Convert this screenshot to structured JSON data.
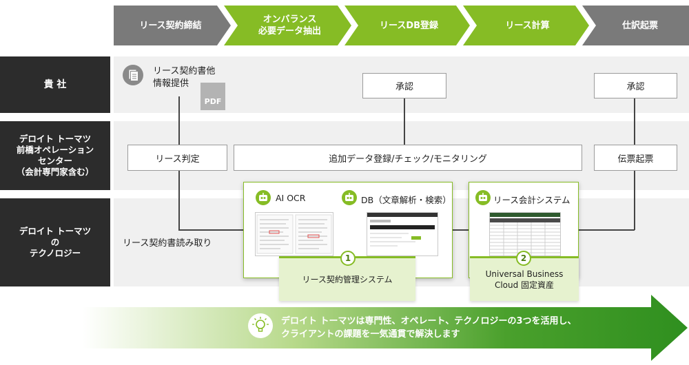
{
  "process_steps": [
    {
      "label": "リース契約締結",
      "color": "#7a7a7a"
    },
    {
      "label": "オンバランス\n必要データ抽出",
      "color": "#86bc25"
    },
    {
      "label": "リースDB登録",
      "color": "#86bc25"
    },
    {
      "label": "リース計算",
      "color": "#86bc25"
    },
    {
      "label": "仕訳起票",
      "color": "#7a7a7a"
    }
  ],
  "rows": {
    "company": "貴 社",
    "operation_center": "デロイト トーマツ\n前橋オペレーション\nセンター\n（会計専門家含む）",
    "technology": "デロイト トーマツ\nの\nテクノロジー"
  },
  "company_row": {
    "doc_provision": "リース契約書他\n情報提供",
    "pdf_label": "PDF",
    "approve_1": "承認",
    "approve_2": "承認"
  },
  "operation_row": {
    "lease_judgment": "リース判定",
    "data_registration": "追加データ登録/チェック/モニタリング",
    "voucher": "伝票起票"
  },
  "technology_row": {
    "read_contract": "リース契約書読み取り",
    "ai_ocr": "AI OCR",
    "db": "DB（文章解析・検索）",
    "lease_system": "リース会計システム",
    "system_1_no": "1",
    "system_1": "リース契約管理システム",
    "system_2_no": "2",
    "system_2": "Universal Business\nCloud 固定資産"
  },
  "footer": {
    "message": "デロイト トーマツは専門性、オペレート、テクノロジーの3つを活用し、\nクライアントの課題を一気通貫で解決します"
  },
  "colors": {
    "green": "#86bc25",
    "gray": "#7a7a7a",
    "dark": "#2c2c2c"
  }
}
